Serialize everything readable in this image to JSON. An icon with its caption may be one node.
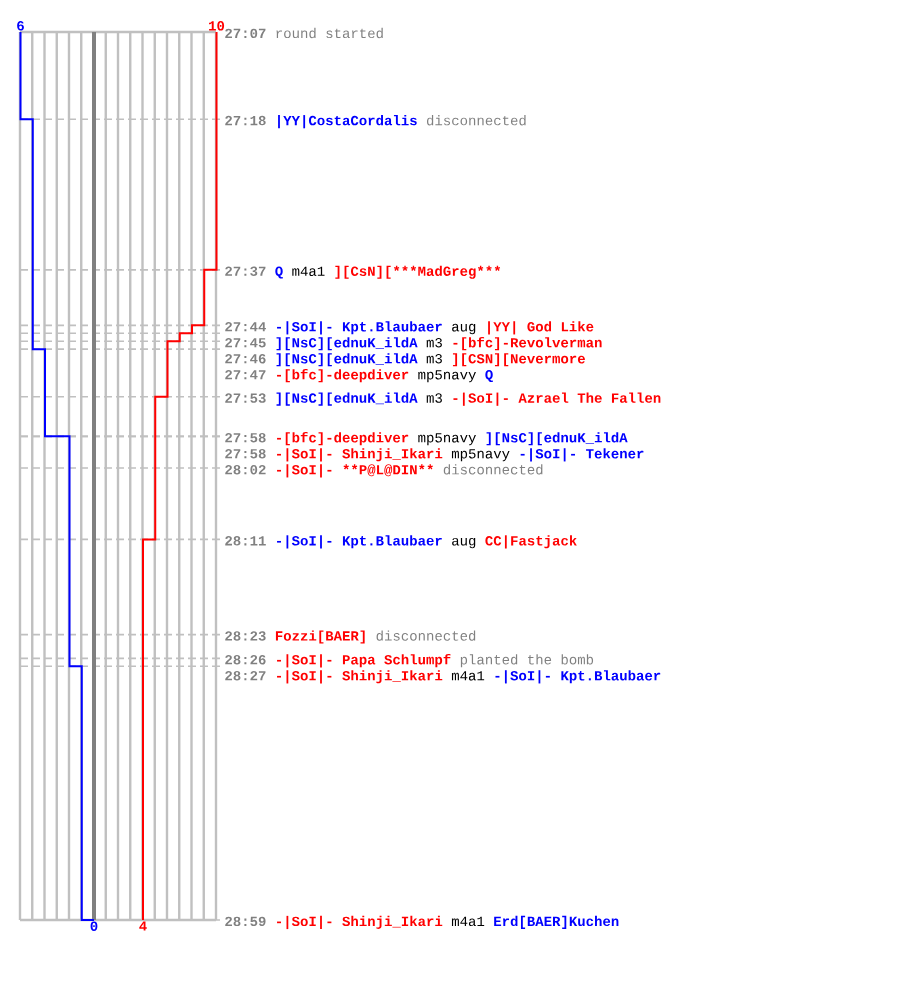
{
  "diagram": {
    "labels": [
      "6",
      "10",
      "27:07",
      "round started",
      "27:18",
      "|YY|CostaCordalis",
      "disconnected",
      "27:37",
      "Q",
      "m4a1",
      "][CsN][***MadGreg***",
      "27:44",
      "-|SoI|- Kpt.Blaubaer",
      "aug",
      "|YY| God Like",
      "27:45",
      "][NsC][ednuK_ildA",
      "m3",
      "-[bfc]-Revolverman",
      "27:46",
      "][NsC][ednuK_ildA",
      "m3",
      "][CSN][Nevermore",
      "27:47",
      "-[bfc]-deepdiver",
      "mp5navy",
      "Q",
      "27:53",
      "][NsC][ednuK_ildA",
      "m3",
      "-|SoI|- Azrael The Fallen",
      "27:58",
      "-[bfc]-deepdiver",
      "mp5navy",
      "][NsC][ednuK_ildA",
      "27:58",
      "-|SoI|- Shinji_Ikari",
      "mp5navy",
      "-|SoI|- Tekener",
      "28:02",
      "-|SoI|- **P@L@DIN**",
      "disconnected",
      "28:11",
      "-|SoI|- Kpt.Blaubaer",
      "aug",
      "CC|Fastjack",
      "28:23",
      "Fozzi[BAER]",
      "disconnected",
      "28:26",
      "-|SoI|- Papa Schlumpf",
      "planted the bomb",
      "28:27",
      "-|SoI|- Shinji_Ikari",
      "m4a1",
      "-|SoI|- Kpt.Blaubaer",
      "0",
      "4",
      "28:59",
      "-|SoI|- Shinji_Ikari",
      "m4a1",
      "Erd[BAER]Kuchen"
    ]
  }
}
